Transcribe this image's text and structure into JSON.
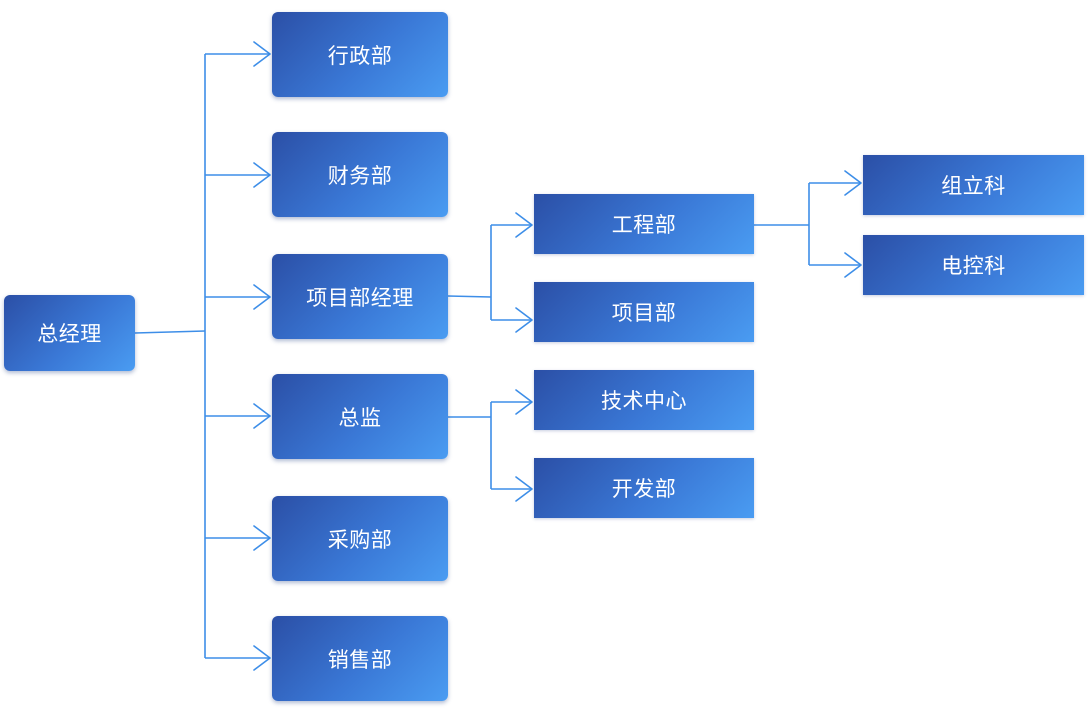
{
  "org_chart": {
    "root": {
      "label": "总经理"
    },
    "level1": [
      {
        "label": "行政部"
      },
      {
        "label": "财务部"
      },
      {
        "label": "项目部经理"
      },
      {
        "label": "总监"
      },
      {
        "label": "采购部"
      },
      {
        "label": "销售部"
      }
    ],
    "project_manager_children": [
      {
        "label": "工程部"
      },
      {
        "label": "项目部"
      }
    ],
    "director_children": [
      {
        "label": "技术中心"
      },
      {
        "label": "开发部"
      }
    ],
    "engineering_children": [
      {
        "label": "组立科"
      },
      {
        "label": "电控科"
      }
    ]
  },
  "colors": {
    "connector": "#3d8ee8",
    "node_gradient_start": "#2b4fa6",
    "node_gradient_end": "#4a9cf2",
    "node_text": "#ffffff"
  }
}
